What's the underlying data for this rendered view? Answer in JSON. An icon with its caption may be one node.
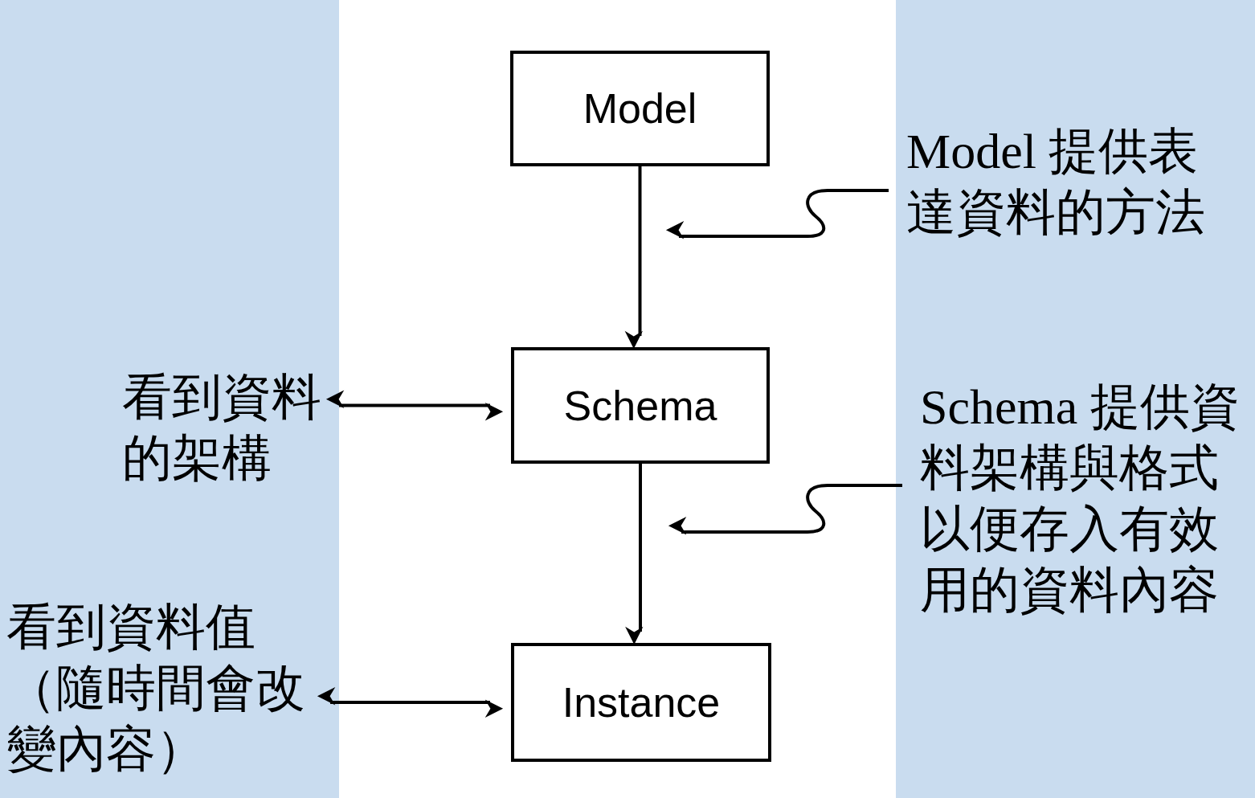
{
  "diagram": {
    "nodes": [
      {
        "text": [
          "Model"
        ]
      },
      {
        "text": [
          "Schema"
        ]
      },
      {
        "text": [
          "Instance"
        ]
      },
      {
        "text": [
          "Model 提供表達資料的方法"
        ]
      },
      {
        "text": [
          "Schema 提供資料架構與格式以便存入有效用的資料內容"
        ]
      },
      {
        "text": [
          "看到資料的架構"
        ]
      },
      {
        "text": [
          "看到資料值（隨時間會改變內容）"
        ]
      }
    ],
    "edges": [
      {
        "from": 0,
        "to": 1,
        "arrow": "to"
      },
      {
        "from": 1,
        "to": 2,
        "arrow": "to"
      },
      {
        "from": 3,
        "to": null,
        "arrow": "to"
      },
      {
        "from": 4,
        "to": null,
        "arrow": "to"
      },
      {
        "from": 5,
        "to": 1,
        "arrow": "both"
      },
      {
        "from": 6,
        "to": 2,
        "arrow": "both"
      }
    ]
  }
}
